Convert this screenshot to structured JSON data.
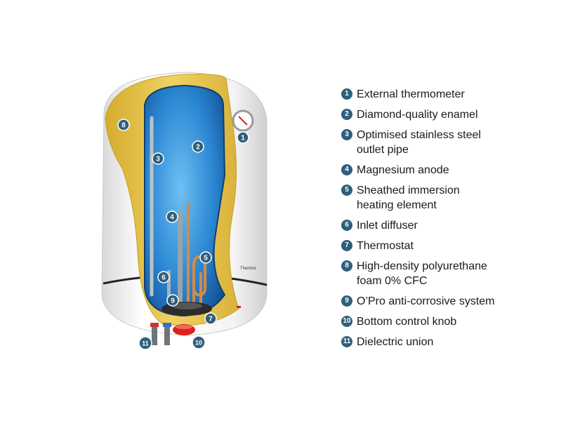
{
  "colors": {
    "badge": "#2f5f7d",
    "foam": "#e9c84a",
    "tank_blue": "#1f78c8",
    "shell": "#f2f2f2",
    "knob_red": "#e0201b",
    "heating_copper": "#d68a44"
  },
  "brand_mark": "Thermor",
  "legend": [
    {
      "number": "1",
      "label": "External thermometer"
    },
    {
      "number": "2",
      "label": "Diamond-quality enamel"
    },
    {
      "number": "3",
      "label": "Optimised stainless steel\noutlet pipe"
    },
    {
      "number": "4",
      "label": "Magnesium anode"
    },
    {
      "number": "5",
      "label": "Sheathed immersion\nheating element"
    },
    {
      "number": "6",
      "label": "Inlet diffuser"
    },
    {
      "number": "7",
      "label": "Thermostat"
    },
    {
      "number": "8",
      "label": "High-density polyurethane\nfoam 0% CFC"
    },
    {
      "number": "9",
      "label": "O’Pro anti-corrosive system"
    },
    {
      "number": "10",
      "label": "Bottom control knob"
    },
    {
      "number": "11",
      "label": "Dielectric union"
    }
  ],
  "callouts": [
    "1",
    "2",
    "3",
    "4",
    "5",
    "6",
    "7",
    "8",
    "9",
    "10",
    "11"
  ]
}
